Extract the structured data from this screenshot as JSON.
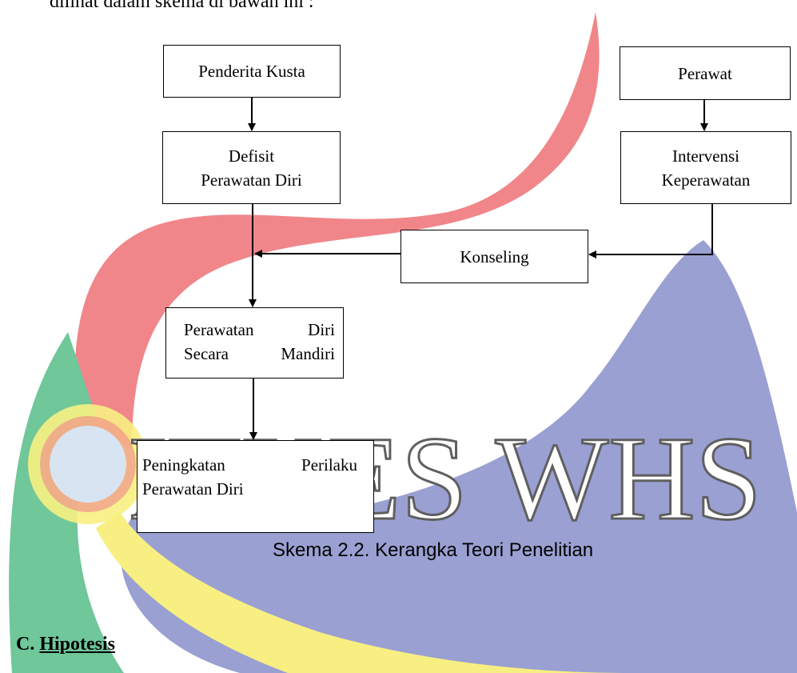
{
  "intro_text": "dilihat dalam skema di bawah ini :",
  "watermark_text": "ITKES WHS",
  "nodes": {
    "penderita": "Penderita Kusta",
    "perawat": "Perawat",
    "defisit": [
      "Defisit",
      "Perawatan Diri"
    ],
    "intervensi": [
      "Intervensi",
      "Keperawatan"
    ],
    "konseling": "Konseling",
    "perawatan_mandiri": [
      [
        "Perawatan",
        "Diri"
      ],
      [
        "Secara",
        "Mandiri"
      ]
    ],
    "peningkatan": [
      [
        "Peningkatan",
        "Perilaku"
      ],
      [
        "Perawatan Diri"
      ]
    ]
  },
  "caption": "Skema 2.2. Kerangka Teori Penelitian",
  "section": {
    "number": "C.",
    "title": "Hipotesis"
  },
  "colors": {
    "wm_red": "#f0868a",
    "wm_blue": "#9aa0d2",
    "wm_green": "#6fc79a",
    "wm_yellow": "#f7ef82",
    "wm_text": "#5f5f5f"
  }
}
